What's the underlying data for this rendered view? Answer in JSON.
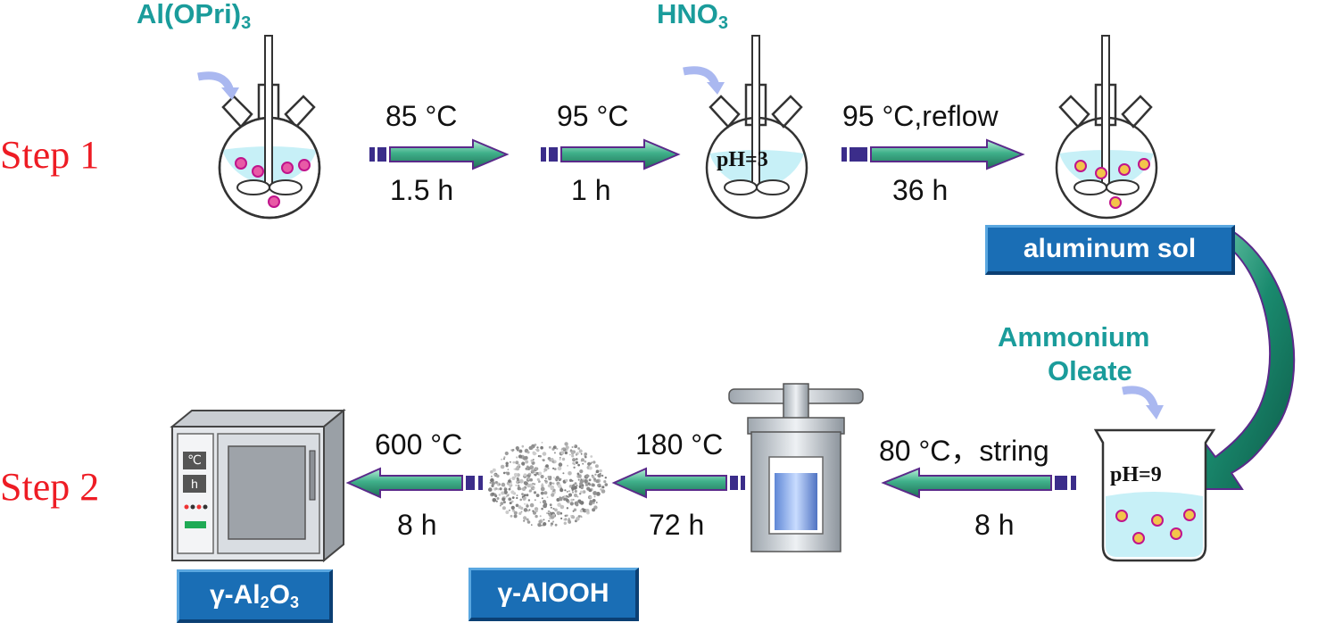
{
  "steps": {
    "step1": "Step 1",
    "step2": "Step 2"
  },
  "reagents": {
    "alkoxide": {
      "base": "Al(OPri)",
      "sub": "3"
    },
    "acid": {
      "base": "HNO",
      "sub": "3"
    },
    "ammonium_line1": "Ammonium",
    "ammonium_line2": "Oleate"
  },
  "conditions": {
    "s1_a_temp": "85 °C",
    "s1_a_time": "1.5 h",
    "s1_b_temp": "95 °C",
    "s1_b_time": "1 h",
    "s1_c_temp": "95 °C,reflow",
    "s1_c_time": "36 h",
    "s2_a_temp": "80 °C，string",
    "s2_a_time": "8 h",
    "s2_b_temp": "180 °C",
    "s2_b_time": "72 h",
    "s2_c_temp": "600 °C",
    "s2_c_time": "8 h"
  },
  "ph_labels": {
    "flask": "pH=3",
    "beaker": "pH=9"
  },
  "products": {
    "sol": "aluminum sol",
    "aloh": "γ-AlOOH",
    "al2o3": {
      "p1": "γ-Al",
      "s1": "2",
      "p2": "O",
      "s2": "3"
    }
  },
  "oven_labels": {
    "temp": "℃",
    "time": "h"
  },
  "colors": {
    "step_text": "#ee1c24",
    "reagent_text": "#1a9c9b",
    "box_fill": "#1a6eb5",
    "arrow_green": "#2a9a77",
    "arrow_outline": "#5b2a8a",
    "particle_fill": "#f3c44a",
    "particle_fill_pink": "#e85aa6",
    "particle_edge": "#c0148c",
    "liquid": "#aee8f2"
  },
  "icons": [
    "flask-icon",
    "beaker-icon",
    "autoclave-icon",
    "oven-icon",
    "powder-icon",
    "feed-arrow-icon",
    "process-arrow-icon",
    "curved-arrow-icon"
  ]
}
